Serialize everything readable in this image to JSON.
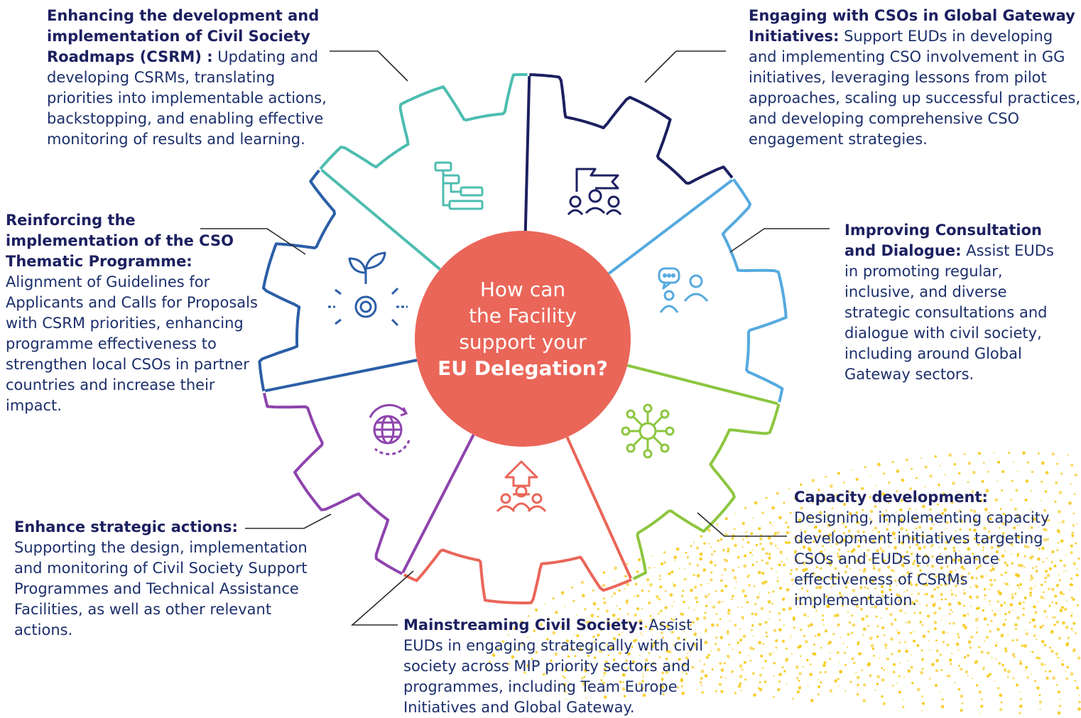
{
  "center": {
    "lines": [
      "How can",
      "the Facility",
      "support your"
    ],
    "strong": "EU Delegation?"
  },
  "segments": [
    {
      "id": "csrm",
      "title": "Enhancing the development and implementation of Civil Society Roadmaps (CSRM) :",
      "body": "Updating and developing CSRMs, translating priorities into implementable actions, backstopping, and enabling effective monitoring of results and learning.",
      "color": "#4dbdb0",
      "icon": "roadmap-flowchart-icon"
    },
    {
      "id": "gg",
      "title": "Engaging with CSOs in Global Gateway Initiatives:",
      "body": "Support EUDs in developing and implementing CSO involvement in GG initiatives, leveraging lessons from pilot approaches, scaling up successful practices, and developing comprehensive CSO engagement strategies.",
      "color": "#1c2060",
      "icon": "group-flag-icon"
    },
    {
      "id": "consultation",
      "title": "Improving Consultation and Dialogue:",
      "body": "Assist EUDs in promoting regular, inclusive, and diverse strategic consultations and dialogue with civil society, including around Global Gateway sectors.",
      "color": "#55aadf",
      "icon": "dialogue-people-icon"
    },
    {
      "id": "capacity",
      "title": "Capacity development:",
      "body": "Designing, implementing capacity development initiatives targeting CSOs and EUDs to enhance effectiveness of CSRMs implementation.",
      "color": "#8cc63f",
      "icon": "network-node-icon"
    },
    {
      "id": "mainstreaming",
      "title": "Mainstreaming Civil Society:",
      "body": "Assist EUDs in engaging strategically with civil society across MIP priority sectors and programmes, including Team Europe Initiatives and Global Gateway.",
      "color": "#ea6659",
      "icon": "growth-people-icon"
    },
    {
      "id": "strategic",
      "title": "Enhance strategic actions:",
      "body": "Supporting the design, implementation and monitoring of Civil Society Support Programmes and Technical Assistance Facilities, as well as other relevant actions.",
      "color": "#8e44ad",
      "icon": "globe-refresh-icon"
    },
    {
      "id": "thematic",
      "title": "Reinforcing the implementation of the CSO Thematic Programme:",
      "body": "Alignment of Guidelines for Applicants and Calls for Proposals with CSRM priorities, enhancing programme effectiveness to strengthen local CSOs in partner countries and increase their impact.",
      "color": "#2b5ea7",
      "icon": "sprout-gear-icon"
    }
  ],
  "colors": {
    "dots": "#f5c400",
    "center": "#ea6659",
    "text": "#1c2f6b"
  }
}
